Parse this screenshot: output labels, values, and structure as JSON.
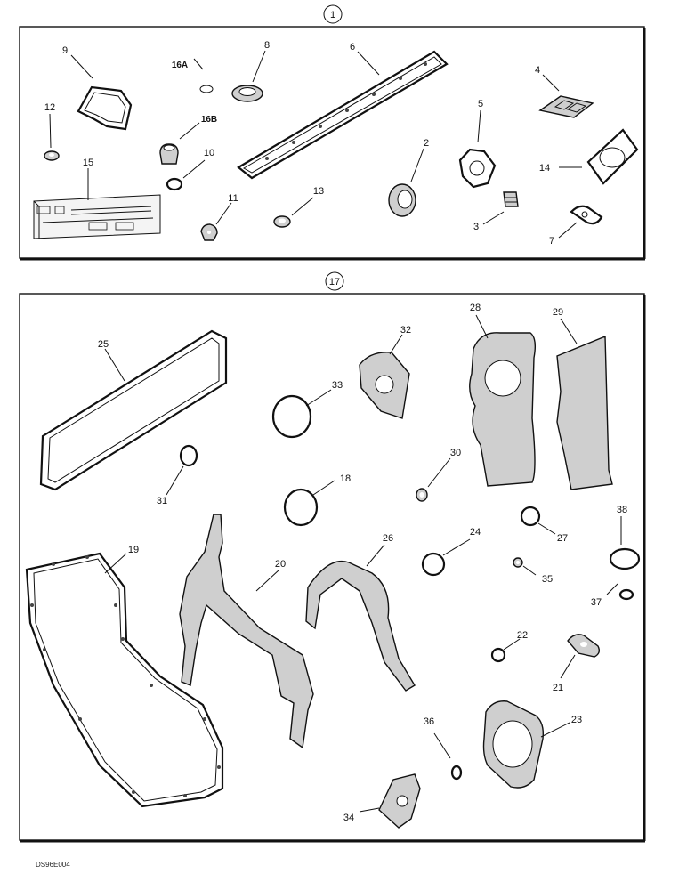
{
  "top_panel": {
    "section_number": "1",
    "callouts": [
      "9",
      "8",
      "16A",
      "6",
      "4",
      "12",
      "5",
      "16B",
      "2",
      "10",
      "15",
      "14",
      "11",
      "13",
      "3",
      "7"
    ]
  },
  "bottom_panel": {
    "section_number": "17",
    "callouts": [
      "28",
      "29",
      "25",
      "32",
      "33",
      "30",
      "31",
      "18",
      "38",
      "27",
      "19",
      "20",
      "26",
      "24",
      "35",
      "37",
      "22",
      "21",
      "23",
      "36",
      "34"
    ]
  },
  "footer": {
    "figure_code": "DS96E004"
  },
  "colors": {
    "line": "#111111",
    "gasket_fill": "#cfcfcf",
    "background": "#ffffff"
  }
}
